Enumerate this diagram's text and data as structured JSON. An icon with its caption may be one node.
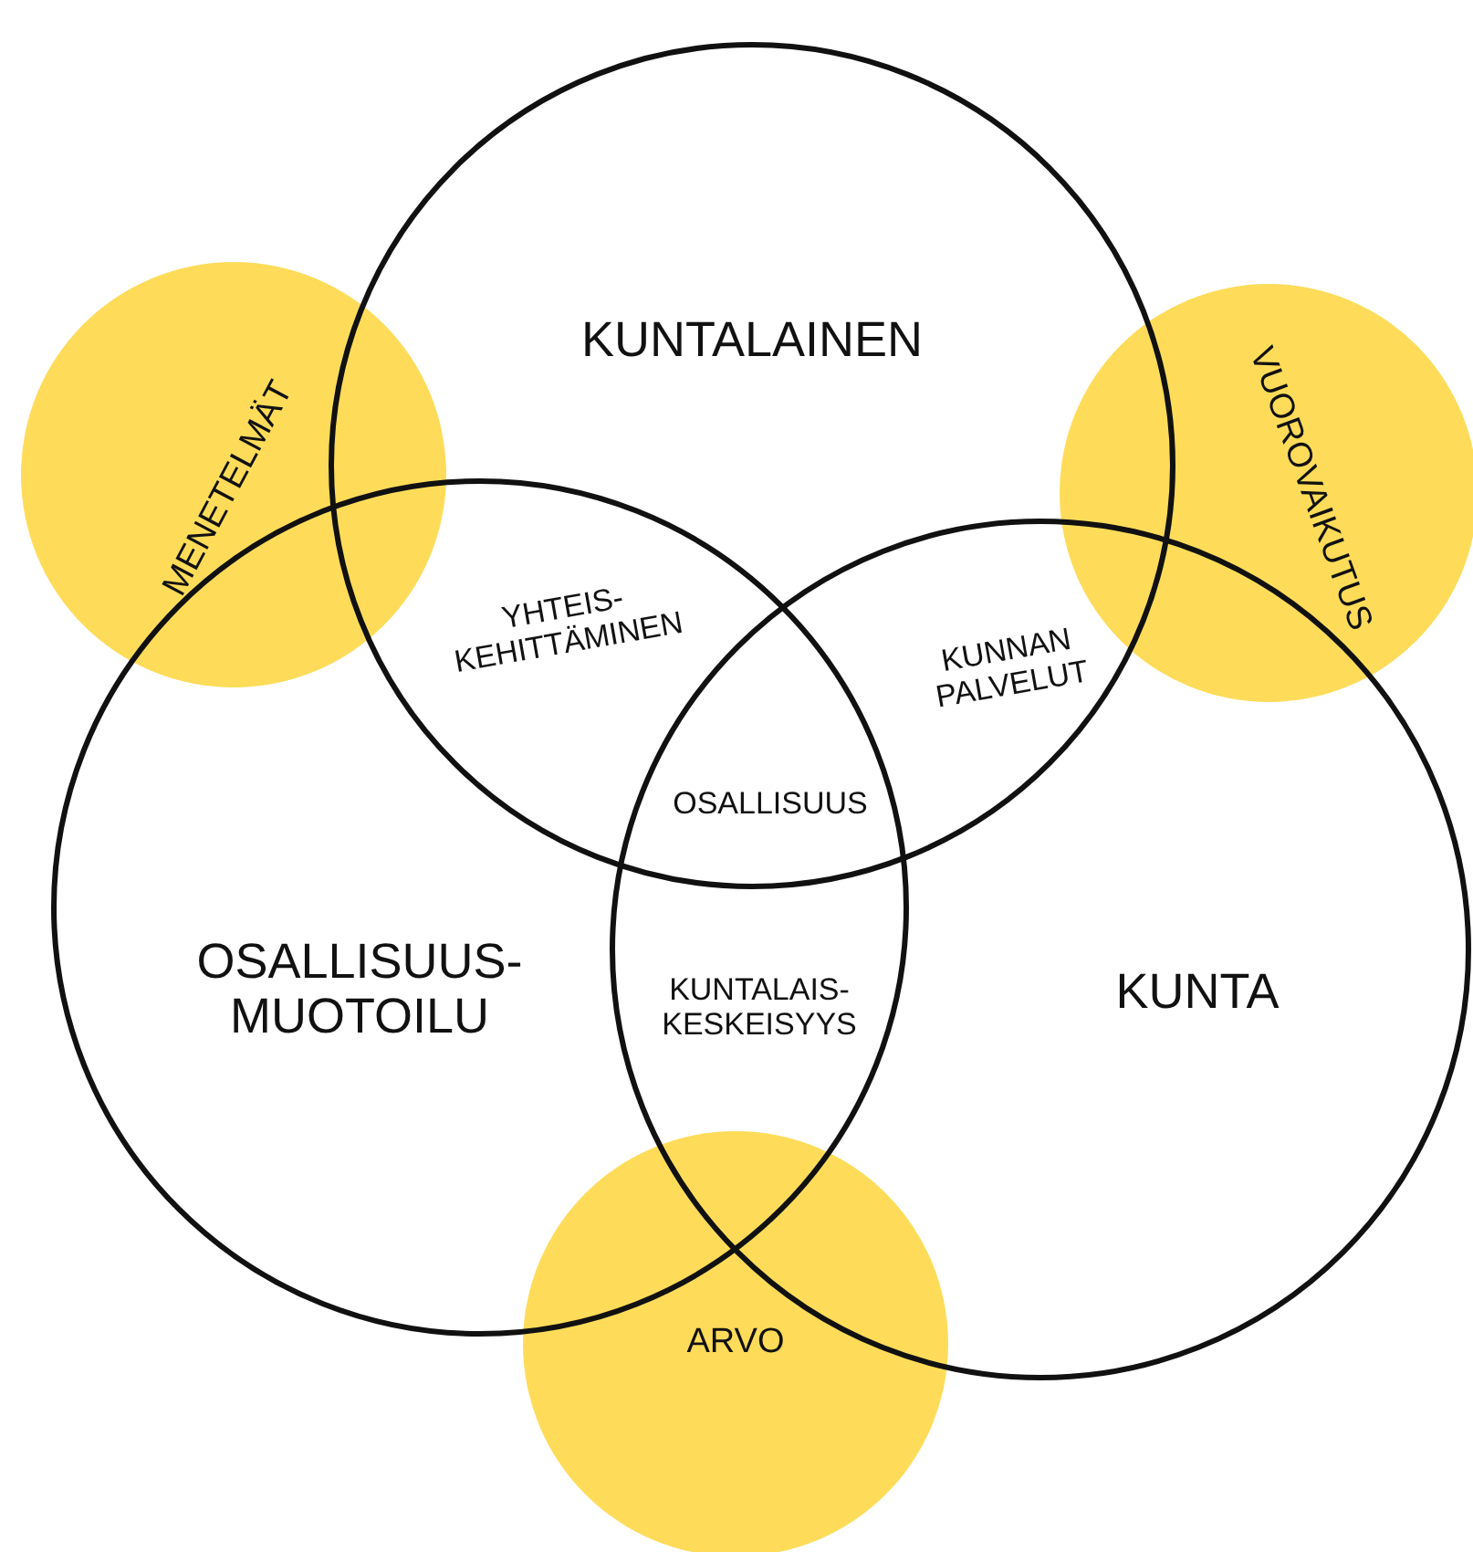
{
  "diagram": {
    "nodes": [
      {
        "text": [
          "KUNTALAINEN"
        ]
      },
      {
        "text": [
          "MENETELMÄT"
        ]
      },
      {
        "text": [
          "VUOROVAIKUTUS"
        ]
      },
      {
        "text": [
          "OSALLISUUS- MUOTOILU"
        ]
      },
      {
        "text": [
          "KUNTA"
        ]
      },
      {
        "text": [
          "ARVO"
        ]
      }
    ],
    "labels": [
      "YHTEIS- KEHITTÄMINEN",
      "KUNNAN PALVELUT",
      "OSALLISUUS",
      "KUNTALAIS- KESKEISYYS"
    ]
  }
}
